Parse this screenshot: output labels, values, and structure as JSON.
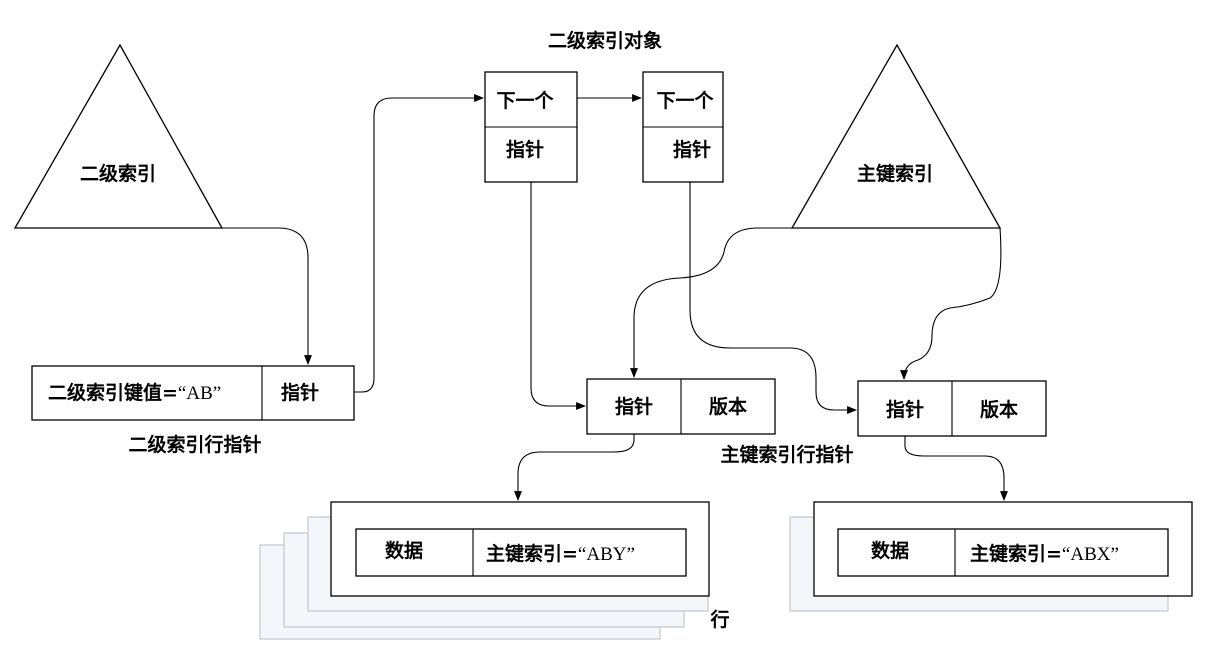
{
  "title": "二级索引对象",
  "secondary_index": {
    "label": "二级索引"
  },
  "primary_index": {
    "label": "主键索引"
  },
  "secondary_row_pointer": {
    "key_label": "二级索引键值=",
    "key_value": "“AB”",
    "pointer_label": "指针",
    "caption": "二级索引行指针"
  },
  "index_objects": [
    {
      "next_label": "下一个",
      "pointer_label": "指针"
    },
    {
      "next_label": "下一个",
      "pointer_label": "指针"
    }
  ],
  "primary_row_pointers": [
    {
      "pointer_label": "指针",
      "version_label": "版本"
    },
    {
      "pointer_label": "指针",
      "version_label": "版本"
    }
  ],
  "primary_row_pointer_caption": "主键索引行指针",
  "rows": [
    {
      "data_label": "数据",
      "key_label": "主键索引=",
      "key_value": "“ABY”"
    },
    {
      "data_label": "数据",
      "key_label": "主键索引=",
      "key_value": "“ABX”"
    }
  ],
  "row_caption": "行",
  "colors": {
    "line": "#000000",
    "stack_fill": "#f4f6f9",
    "stack_stroke": "#b8bec8"
  }
}
